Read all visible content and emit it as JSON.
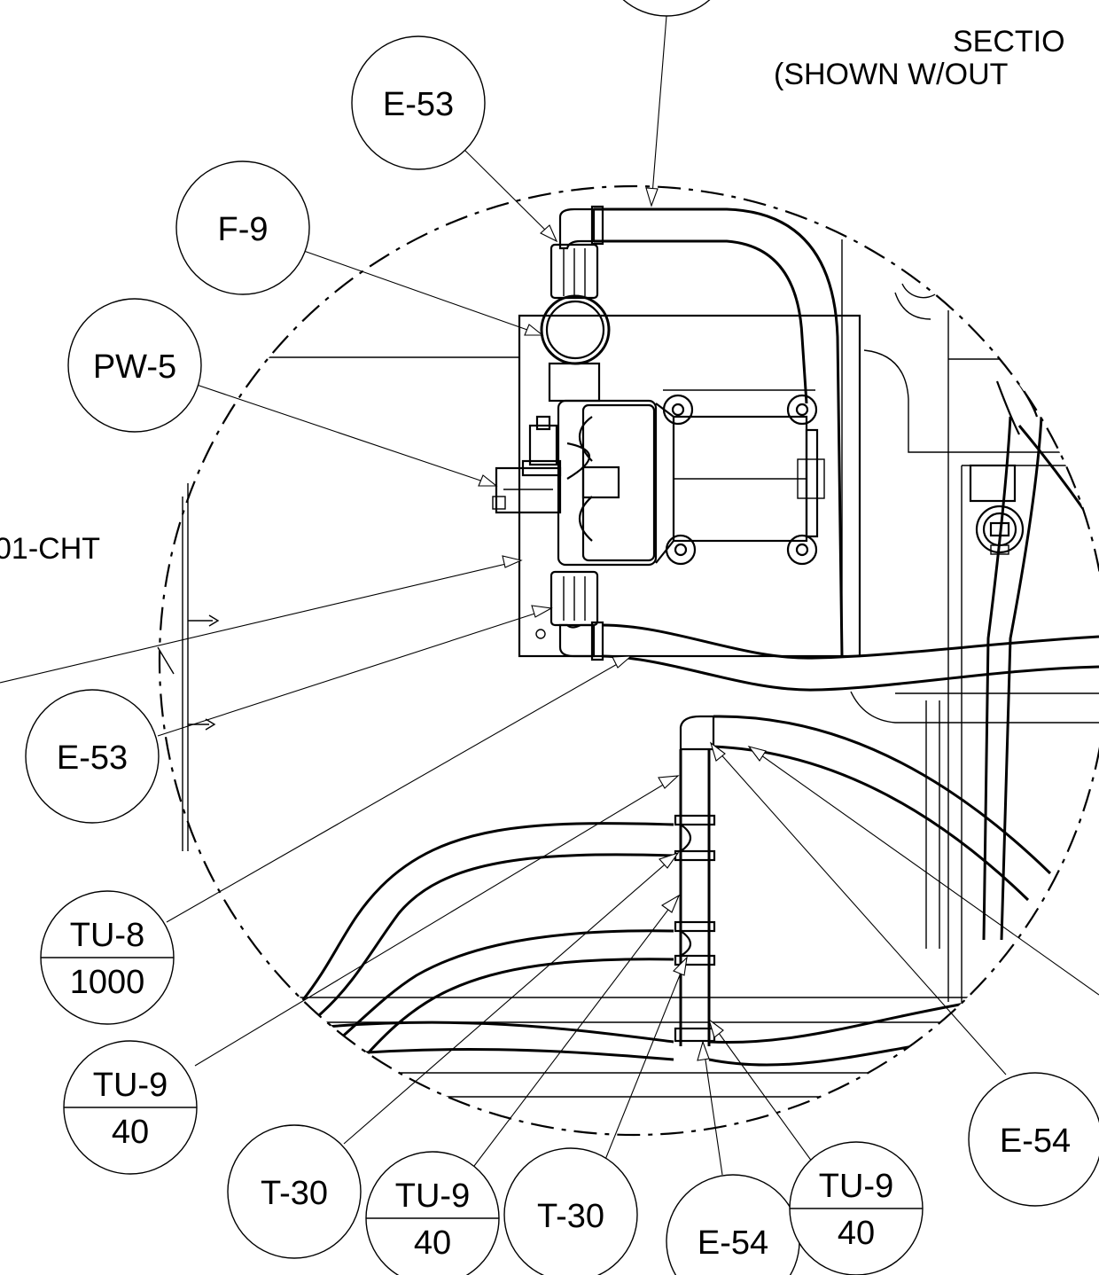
{
  "section_title": {
    "line1": "SECTIO",
    "line2": "(SHOWN W/OUT"
  },
  "side_label": "01-CHT",
  "callouts": {
    "e53_top": "E-53",
    "f9": "F-9",
    "pw5": "PW-5",
    "e53_left": "E-53",
    "tu8": {
      "top": "TU-8",
      "bottom": "1000"
    },
    "tu9_left": {
      "top": "TU-9",
      "bottom": "40"
    },
    "t30_a": "T-30",
    "tu9_mid": {
      "top": "TU-9",
      "bottom": "40"
    },
    "t30_b": "T-30",
    "e54_bottom": "E-54",
    "tu9_right": {
      "top": "TU-9",
      "bottom": "40"
    },
    "e54_right": "E-54"
  }
}
